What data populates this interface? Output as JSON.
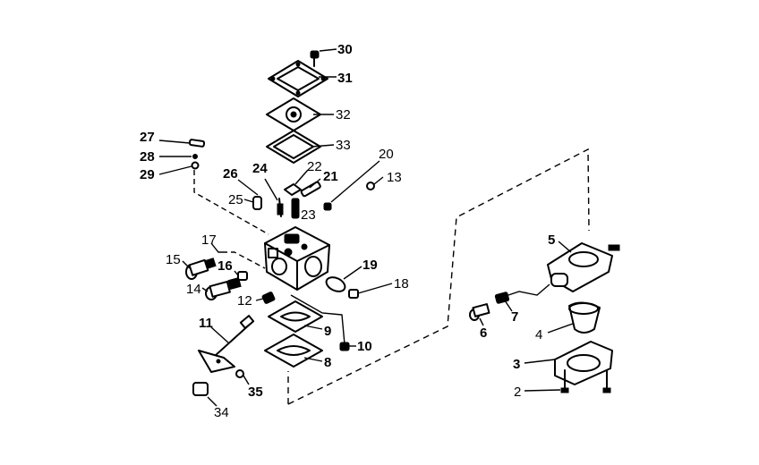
{
  "callouts": {
    "p2": "2",
    "p3": "3",
    "p4": "4",
    "p5": "5",
    "p6": "6",
    "p7": "7",
    "p8": "8",
    "p9": "9",
    "p10": "10",
    "p11": "11",
    "p12": "12",
    "p13": "13",
    "p14": "14",
    "p15": "15",
    "p16": "16",
    "p17": "17",
    "p18": "18",
    "p19": "19",
    "p20": "20",
    "p21": "21",
    "p22": "22",
    "p23": "23",
    "p24": "24",
    "p25": "25",
    "p26": "26",
    "p27": "27",
    "p28": "28",
    "p29": "29",
    "p30": "30",
    "p31": "31",
    "p32": "32",
    "p33": "33",
    "p34": "34",
    "p35": "35"
  }
}
